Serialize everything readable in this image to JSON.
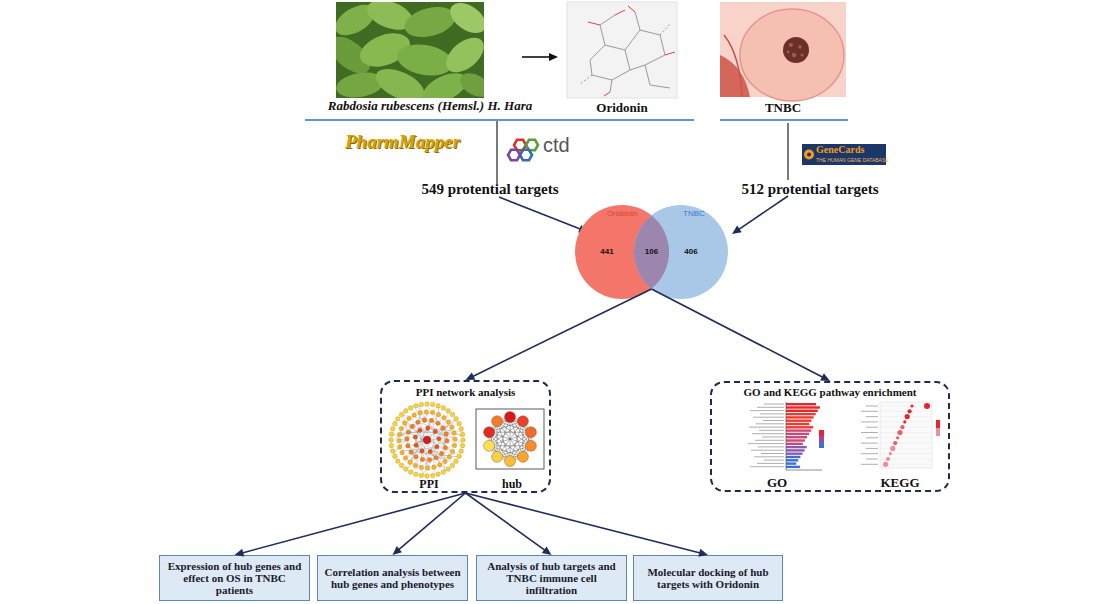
{
  "diagram": {
    "nodes": [
      {
        "text": [
          "Oridonin",
          "441"
        ]
      },
      {
        "text": [
          "TNBC",
          "406"
        ]
      },
      {
        "text": [
          "106"
        ]
      },
      {
        "text": [
          "PPI network analysis",
          "PPI",
          "hub"
        ]
      },
      {
        "text": [
          "GO and KEGG pathway enrichment",
          "GO",
          "KEGG"
        ]
      },
      {
        "text": [
          "Expression of hub genes and effect on OS in TNBC patients"
        ]
      },
      {
        "text": [
          "Correlation analysis between hub genes and phenotypes"
        ]
      },
      {
        "text": [
          "Analysis of hub targets and TNBC immune cell infiltration"
        ]
      },
      {
        "text": [
          "Molecular docking of hub targets with Oridonin"
        ]
      }
    ],
    "edges": [
      {
        "from": 2,
        "to": 3,
        "arrow": "to"
      },
      {
        "from": 2,
        "to": 4,
        "arrow": "to"
      },
      {
        "from": 3,
        "to": 5,
        "arrow": "to"
      },
      {
        "from": 3,
        "to": 6,
        "arrow": "to"
      },
      {
        "from": 3,
        "to": 7,
        "arrow": "to"
      },
      {
        "from": 3,
        "to": 8,
        "arrow": "to"
      }
    ],
    "labels": [
      "Rabdosia rubescens (Hemsl.) H. Hara",
      "Oridonin",
      "TNBC",
      "PharmMapper",
      "ctd",
      "GeneCards",
      "THE HUMAN GENE DATABASE",
      "549 protential targets",
      "512 protential targets"
    ]
  }
}
